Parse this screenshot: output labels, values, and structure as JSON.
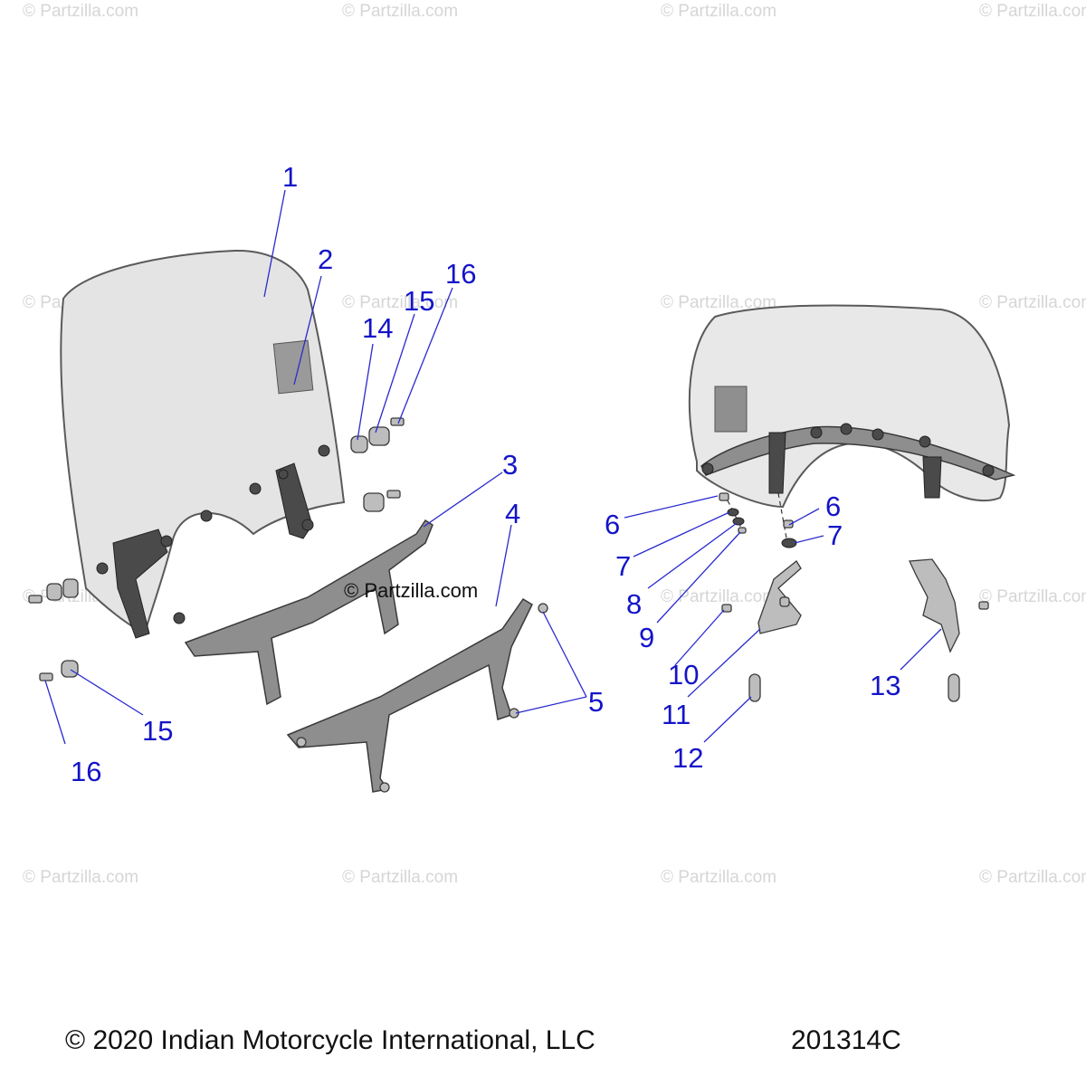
{
  "watermark": {
    "text": "© Partzilla.com"
  },
  "center_watermark": {
    "text": "© Partzilla.com"
  },
  "callouts": [
    {
      "label": "1"
    },
    {
      "label": "2"
    },
    {
      "label": "16"
    },
    {
      "label": "15"
    },
    {
      "label": "14"
    },
    {
      "label": "3"
    },
    {
      "label": "4"
    },
    {
      "label": "5"
    },
    {
      "label": "15"
    },
    {
      "label": "16"
    },
    {
      "label": "6"
    },
    {
      "label": "7"
    },
    {
      "label": "8"
    },
    {
      "label": "9"
    },
    {
      "label": "10"
    },
    {
      "label": "11"
    },
    {
      "label": "12"
    },
    {
      "label": "6"
    },
    {
      "label": "7"
    },
    {
      "label": "13"
    }
  ],
  "footer": {
    "copyright": "© 2020 Indian Motorcycle International, LLC",
    "diagram_id": "201314C"
  }
}
